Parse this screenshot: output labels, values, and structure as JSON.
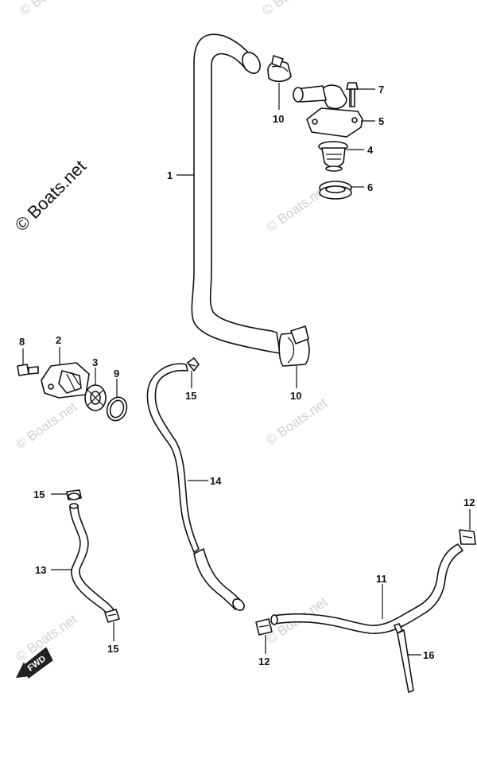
{
  "watermark": {
    "copyright_main": "© Boats.net",
    "copyright_faint": "© Boats.net"
  },
  "callouts": {
    "c1": "1",
    "c2": "2",
    "c3": "3",
    "c4": "4",
    "c5": "5",
    "c6": "6",
    "c7": "7",
    "c8": "8",
    "c9": "9",
    "c10a": "10",
    "c10b": "10",
    "c11": "11",
    "c12a": "12",
    "c12b": "12",
    "c13": "13",
    "c14": "14",
    "c15a": "15",
    "c15b": "15",
    "c15c": "15",
    "c16": "16"
  },
  "fwd_badge": {
    "label": "FWD"
  },
  "colors": {
    "ink": "#111111",
    "watermark": "#c8c8c8"
  }
}
